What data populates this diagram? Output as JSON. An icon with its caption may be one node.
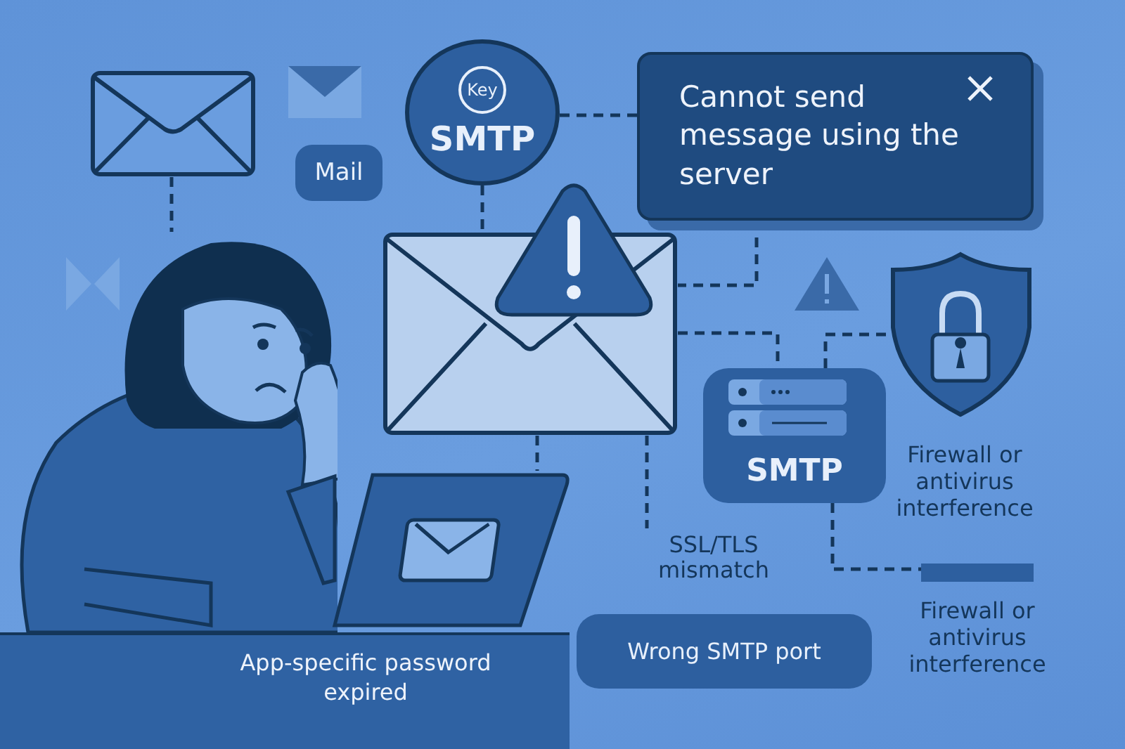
{
  "diagram": {
    "nodes": [
      {
        "text": [],
        "shape": "envelope"
      },
      {
        "text": [],
        "shape": "person"
      },
      {
        "text": [
          "Key",
          "SMTP"
        ]
      },
      {
        "text": [],
        "shape": "picture"
      },
      {
        "text": [
          "Cannot send message using the server"
        ]
      },
      {
        "text": [],
        "shape": "picture"
      },
      {
        "text": [
          "SMTP"
        ]
      },
      {
        "text": [
          "SSL/TLS mismatch"
        ]
      },
      {
        "text": [],
        "shape": "bar",
        "beside": [
          "Firewall or antivirus interference"
        ]
      },
      {
        "text": [],
        "shape": "picture"
      },
      {
        "text": [
          "Wrong SMTP port"
        ]
      },
      {
        "text": [
          "Mail"
        ]
      }
    ],
    "edges": [
      {
        "from": 0,
        "to": 1,
        "arrow": "none",
        "style": "dashed"
      },
      {
        "from": 2,
        "to": 3,
        "arrow": "none",
        "style": "dashed"
      },
      {
        "from": 2,
        "to": 4,
        "arrow": "none",
        "style": "dashed"
      },
      {
        "from": 4,
        "to": 3,
        "arrow": "none",
        "style": "dashed"
      },
      {
        "from": 3,
        "to": 6,
        "arrow": "none",
        "style": "dashed"
      },
      {
        "from": 6,
        "to": 5,
        "arrow": "none",
        "style": "dashed"
      },
      {
        "from": 3,
        "to": 7,
        "arrow": "none",
        "style": "dashed"
      },
      {
        "from": 3,
        "to": 9,
        "arrow": "none",
        "style": "dashed"
      },
      {
        "from": 6,
        "to": 8,
        "arrow": "none",
        "style": "dashed"
      }
    ],
    "labels": [
      "Firewall or antivirus interference",
      "App-specific password expired"
    ]
  }
}
